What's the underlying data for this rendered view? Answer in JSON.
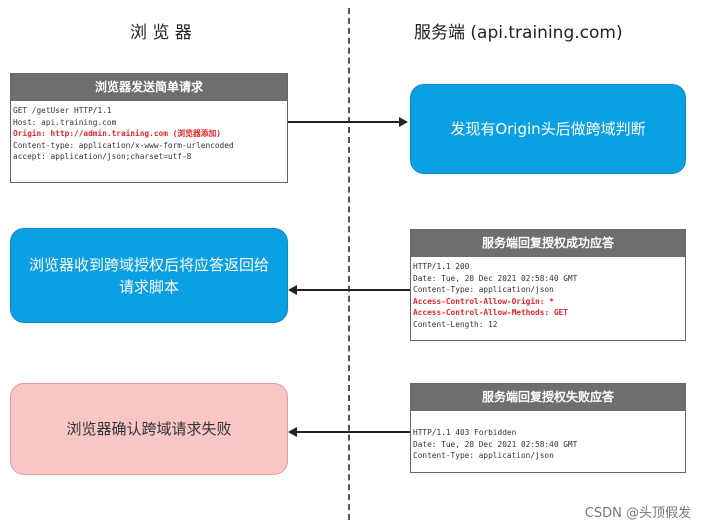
{
  "columns": {
    "browser_title": "浏 览 器",
    "server_title": "服务端 (api.training.com)"
  },
  "request_box": {
    "header": "浏览器发送简单请求",
    "lines": [
      "GET /getUser HTTP/1.1",
      "Host: api.training.com",
      "Origin: http://admin.training.com (浏览器添加)",
      "Content-type: application/x-www-form-urlencoded",
      "accept: application/json;charset=utf-8"
    ]
  },
  "server_check_box": {
    "text": "发现有Origin头后做跨域判断"
  },
  "success_box": {
    "header": "服务端回复授权成功应答",
    "lines": [
      "HTTP/1.1 200",
      "Date: Tue, 28 Dec 2021 02:58:40 GMT",
      "Content-Type: application/json",
      "Access-Control-Allow-Origin: *",
      "Access-Control-Allow-Methods: GET",
      "Content-Length: 12"
    ]
  },
  "browser_success_box": {
    "text": "浏览器收到跨域授权后将应答返回给请求脚本"
  },
  "fail_box": {
    "header": "服务端回复授权失败应答",
    "lines": [
      "HTTP/1.1 403 Forbidden",
      "Date: Tue, 28 Dec 2021 02:58:40 GMT",
      "Content-Type: application/json"
    ]
  },
  "browser_fail_box": {
    "text": "浏览器确认跨域请求失败"
  },
  "watermark": "CSDN @头顶假发",
  "colors": {
    "blue_box": "#0b9fe3",
    "pink_box": "#f9c6c6",
    "header_gray": "#6e6e6e",
    "highlight_red": "#e8262b"
  }
}
